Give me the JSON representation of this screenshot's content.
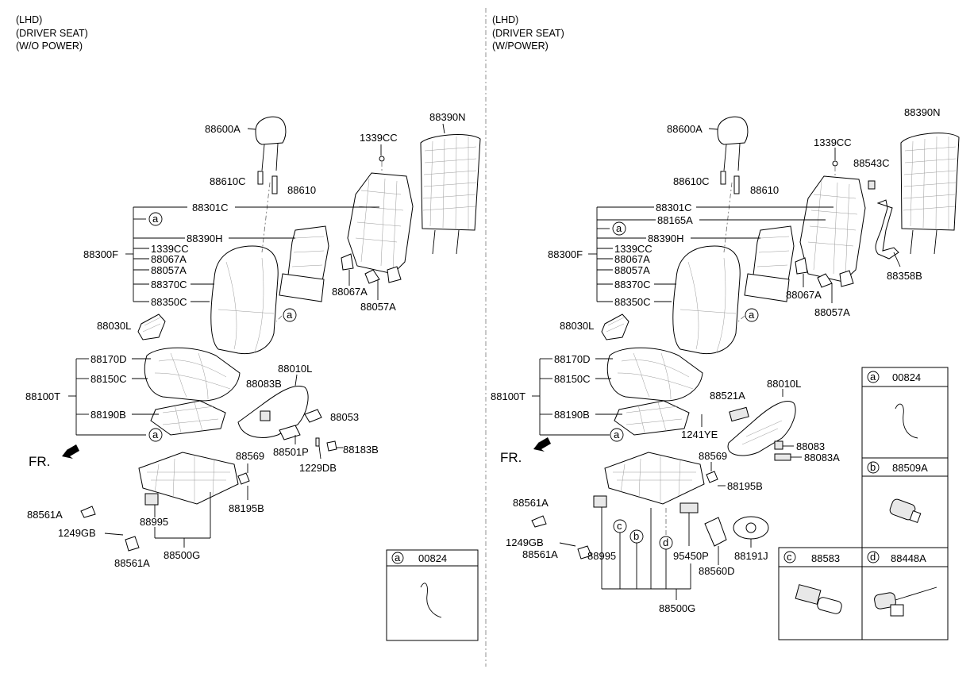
{
  "left": {
    "header": [
      "(LHD)",
      "(DRIVER SEAT)",
      "(W/O POWER)"
    ],
    "labels": {
      "l88600A": "88600A",
      "l88390N": "88390N",
      "l1339CC_top": "1339CC",
      "l88610C": "88610C",
      "l88610": "88610",
      "l88301C": "88301C",
      "la1": "a",
      "l88390H": "88390H",
      "l88300F": "88300F",
      "l1339CC": "1339CC",
      "l88067A": "88067A",
      "l88057A": "88057A",
      "l88370C": "88370C",
      "l88350C": "88350C",
      "l88067A_r": "88067A",
      "l88057A_r": "88057A",
      "la2": "a",
      "l88030L": "88030L",
      "l88170D": "88170D",
      "l88010L": "88010L",
      "l88150C": "88150C",
      "l88083B": "88083B",
      "l88100T": "88100T",
      "l88190B": "88190B",
      "l88053": "88053",
      "la3": "a",
      "lFR": "FR.",
      "l88501P": "88501P",
      "l88183B": "88183B",
      "l1229DB": "1229DB",
      "l88569": "88569",
      "l88195B": "88195B",
      "l88561A": "88561A",
      "l88995": "88995",
      "l1249GB": "1249GB",
      "l88500G": "88500G",
      "l88561A_b": "88561A"
    },
    "inset": {
      "letter": "a",
      "part": "00824"
    }
  },
  "right": {
    "header": [
      "(LHD)",
      "(DRIVER SEAT)",
      "(W/POWER)"
    ],
    "labels": {
      "r88390N": "88390N",
      "r88600A": "88600A",
      "r1339CC_top": "1339CC",
      "r88543C": "88543C",
      "r88610C": "88610C",
      "r88610": "88610",
      "r88301C": "88301C",
      "r88165A": "88165A",
      "ra1": "a",
      "r88390H": "88390H",
      "r88300F": "88300F",
      "r1339CC": "1339CC",
      "r88067A": "88067A",
      "r88057A": "88057A",
      "r88358B": "88358B",
      "r88370C": "88370C",
      "r88350C": "88350C",
      "r88067A_r": "88067A",
      "r88057A_r": "88057A",
      "ra2": "a",
      "r88030L": "88030L",
      "r88170D": "88170D",
      "r88150C": "88150C",
      "r88010L": "88010L",
      "r88100T": "88100T",
      "r88521A": "88521A",
      "r88190B": "88190B",
      "r1241YE": "1241YE",
      "ra3": "a",
      "r88083": "88083",
      "rFR": "FR.",
      "r88083A": "88083A",
      "r88569": "88569",
      "r88195B": "88195B",
      "r88561A": "88561A",
      "rc": "c",
      "rb": "b",
      "rd": "d",
      "r1249GB": "1249GB",
      "r88561A_b": "88561A",
      "r88995": "88995",
      "r95450P": "95450P",
      "r88191J": "88191J",
      "r88560D": "88560D",
      "r88500G": "88500G"
    },
    "insets": [
      {
        "letter": "a",
        "part": "00824"
      },
      {
        "letter": "b",
        "part": "88509A"
      },
      {
        "letter": "c",
        "part": "88583"
      },
      {
        "letter": "d",
        "part": "88448A"
      }
    ]
  }
}
